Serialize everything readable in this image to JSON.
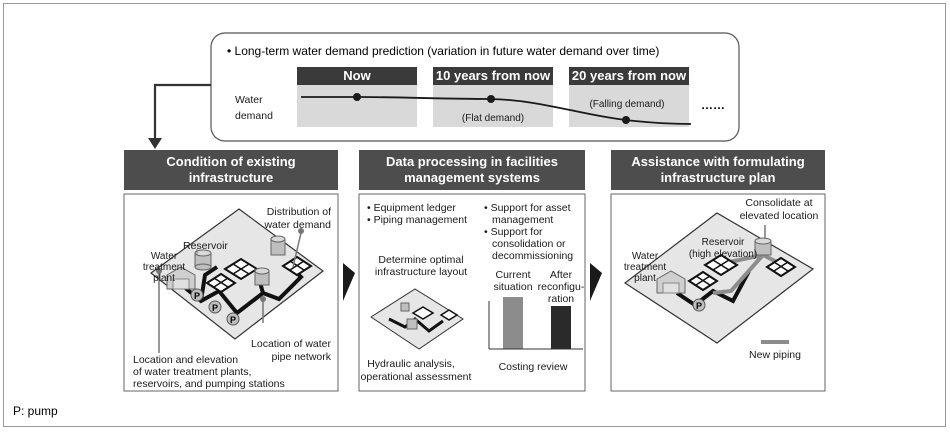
{
  "top_box": {
    "title": "• Long-term water demand prediction (variation in future water demand over time)",
    "y_label_1": "Water",
    "y_label_2": "demand",
    "periods": [
      "Now",
      "10 years from now",
      "20 years from now"
    ],
    "annotations": {
      "flat": "(Flat demand)",
      "falling": "(Falling demand)",
      "ellipsis": "……"
    }
  },
  "panel1": {
    "header_1": "Condition of existing",
    "header_2": "infrastructure",
    "distribution_1": "Distribution of",
    "distribution_2": "water demand",
    "reservoir": "Reservoir",
    "plant_1": "Water",
    "plant_2": "treatment",
    "plant_3": "plant",
    "pump_label": "P",
    "pipe_1": "Location of water",
    "pipe_2": "pipe network",
    "loc_1": "Location and elevation",
    "loc_2": "of water treatment plants,",
    "loc_3": "reservoirs, and pumping stations"
  },
  "panel2": {
    "header_1": "Data processing in facilities",
    "header_2": "management systems",
    "bullets_left": [
      "• Equipment ledger",
      "• Piping management"
    ],
    "bullet_asset_1": "• Support for asset",
    "bullet_asset_2": "management",
    "bullet_consol_1": "• Support for",
    "bullet_consol_2": "consolidation or",
    "bullet_consol_3": "decommissioning",
    "layout_1": "Determine optimal",
    "layout_2": "infrastructure layout",
    "current_1": "Current",
    "current_2": "situation",
    "after_1": "After",
    "after_2": "reconfigu-",
    "after_3": "ration",
    "hydraulic_1": "Hydraulic analysis,",
    "hydraulic_2": "operational assessment",
    "costing": "Costing review"
  },
  "panel3": {
    "header_1": "Assistance with formulating",
    "header_2": "infrastructure plan",
    "consolidate_1": "Consolidate at",
    "consolidate_2": "elevated location",
    "reservoir_1": "Reservoir",
    "reservoir_2": "(high elevation)",
    "plant_1": "Water",
    "plant_2": "treatment",
    "plant_3": "plant",
    "pump_label": "P",
    "legend": "New piping"
  },
  "footnote": "P: pump",
  "colors": {
    "header_bg": "#4d4d4d",
    "period_bg": "#3a3a3a",
    "cell_bg": "#d9d9d9",
    "panel_bg": "#e6e6e6",
    "bar": "#8c8c8c"
  }
}
